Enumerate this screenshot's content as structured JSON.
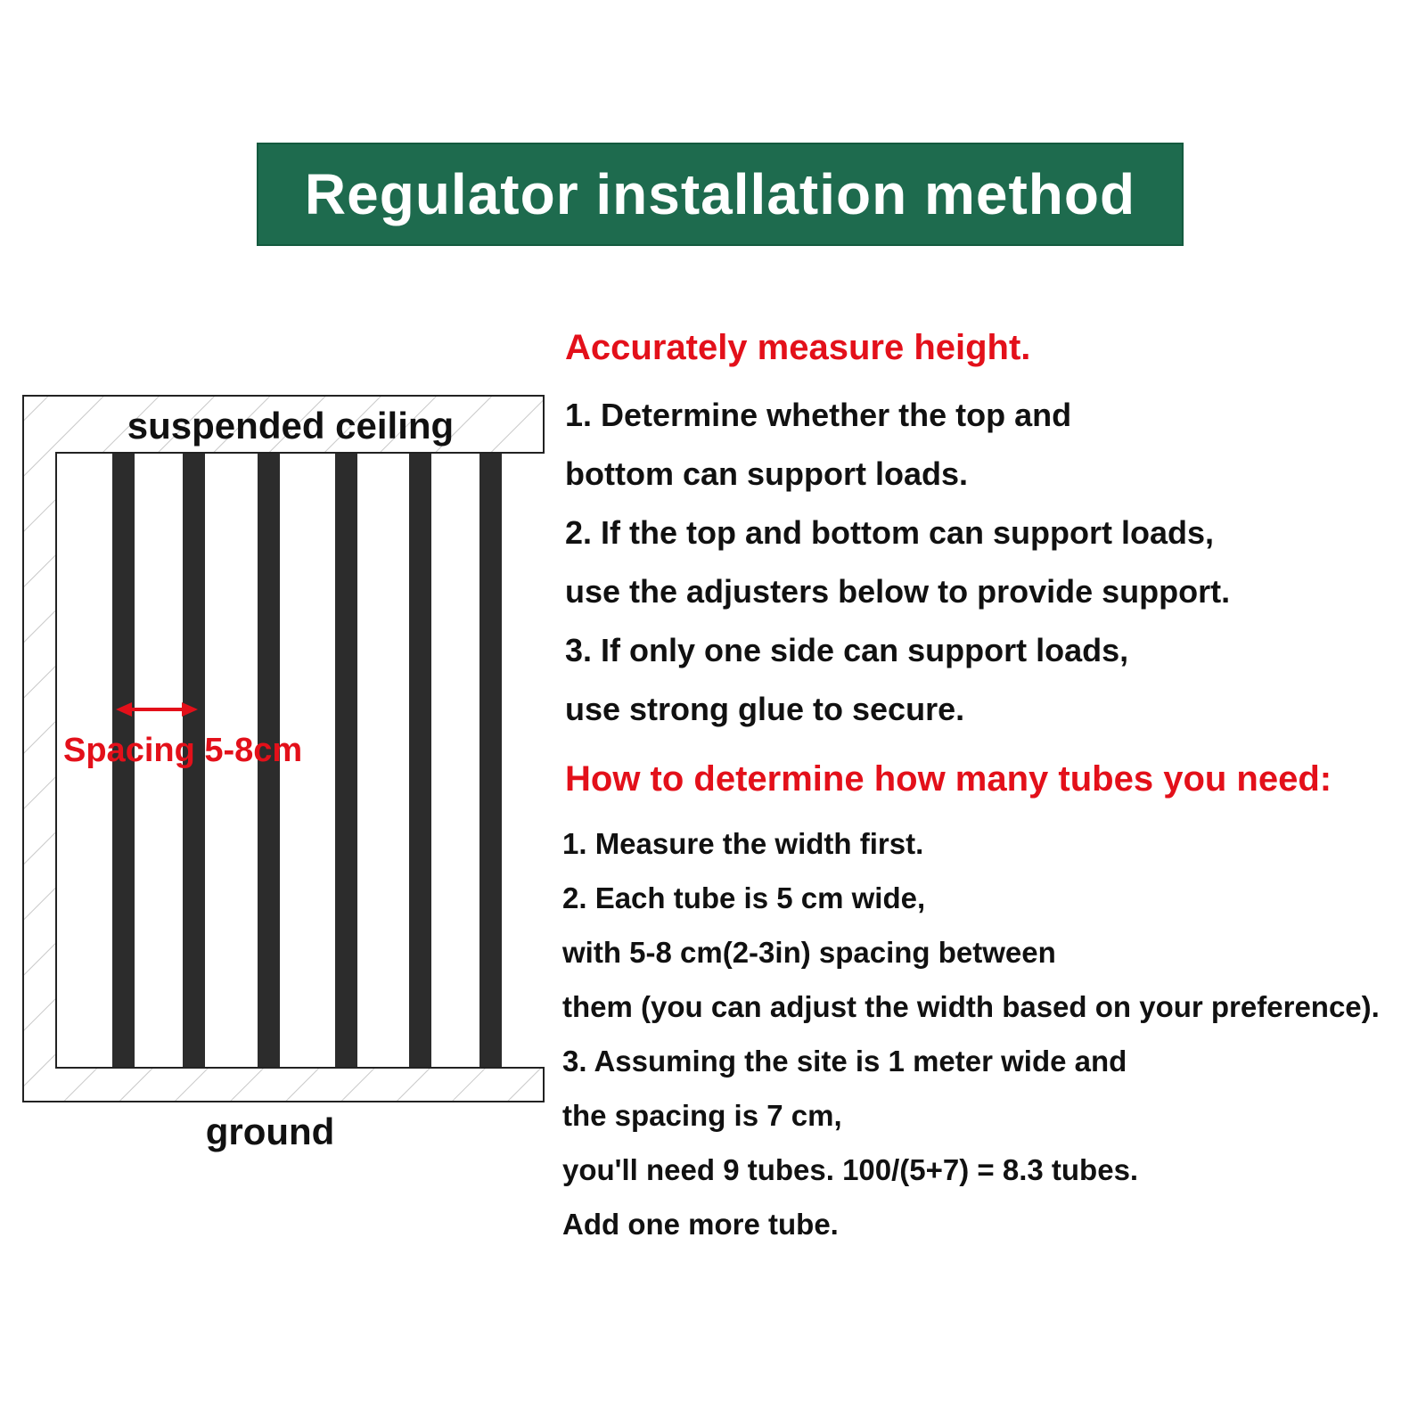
{
  "title": "Regulator installation method",
  "diagram": {
    "ceiling_label": "suspended ceiling",
    "ground_label": "ground",
    "spacing_label": "Spacing 5-8cm",
    "tube_count": 6,
    "colors": {
      "tube": "#2c2c2c",
      "annotation": "#e3101a",
      "frame": "#222222",
      "hatch": "#c8c8c8"
    }
  },
  "section1": {
    "heading": "Accurately measure height.",
    "lines": [
      "1. Determine whether the top and",
      "bottom can support loads.",
      "2. If the top and bottom can support loads,",
      "use the adjusters below to provide support.",
      "3. If only one side can support loads,",
      "use strong glue to secure."
    ]
  },
  "section2": {
    "heading": "How to determine how many tubes you need:",
    "lines": [
      "1. Measure the width first.",
      "2. Each tube is 5 cm wide,",
      "with 5-8 cm(2-3in) spacing between",
      "them (you can adjust the width based on your preference).",
      "3. Assuming the site is 1 meter wide and",
      "the spacing is 7 cm,",
      "you'll need 9 tubes. 100/(5+7) = 8.3 tubes.",
      "Add one more tube."
    ]
  },
  "colors": {
    "banner": "#1e6b4e",
    "heading": "#e3101a",
    "body_text": "#111111"
  }
}
